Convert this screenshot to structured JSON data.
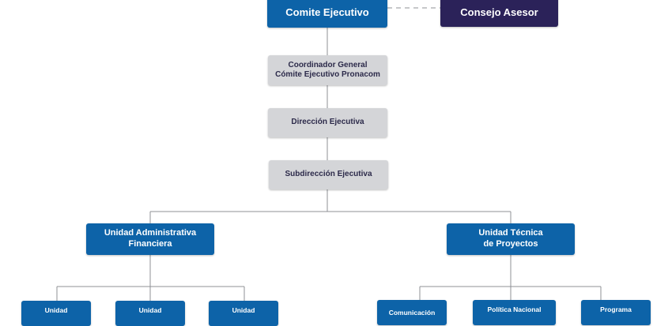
{
  "colors": {
    "primary_blue": "#0d63a8",
    "advisory_navy": "#2b2259",
    "staff_grey": "#d4d5d8",
    "grey_text": "#2c2a4a",
    "connector": "#8f9196"
  },
  "chart": {
    "top": {
      "executive_committee": "Comite Ejecutivo",
      "advisory_council": "Consejo Asesor"
    },
    "staff": {
      "general_coordinator": "Coordinador General\nCómite Ejecutivo Pronacom",
      "executive_direction": "Dirección Ejecutiva",
      "executive_subdirection": "Subdirección Ejecutiva"
    },
    "units": {
      "administrative_financial": "Unidad Administrativa\nFinanciera",
      "technical_projects": "Unidad Técnica\nde Proyectos"
    },
    "admin_subunits": [
      "Unidad",
      "Unidad",
      "Unidad"
    ],
    "technical_subunits": [
      "Comunicación",
      "Política Nacional",
      "Programa"
    ]
  }
}
